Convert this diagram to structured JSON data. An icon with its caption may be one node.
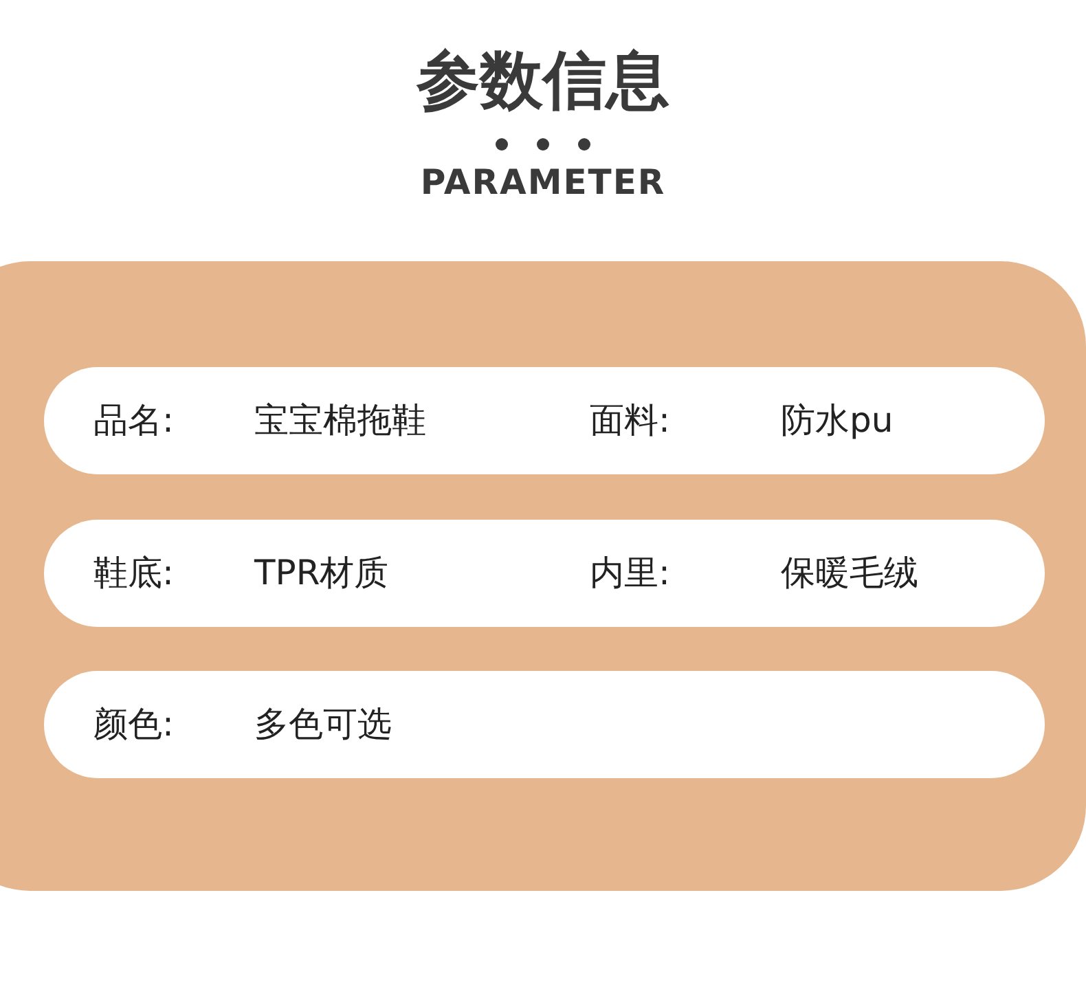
{
  "diagram": {
    "title": "参数信息",
    "nodes": [
      {
        "text": [],
        "shape": "box"
      },
      {
        "text": [
          "品名:",
          "宝宝棉拖鞋",
          "面料:",
          "防水pu"
        ],
        "in": 0
      },
      {
        "text": [
          "鞋底:",
          "TPR材质",
          "内里:",
          "保暖毛绒"
        ],
        "in": 0
      },
      {
        "text": [
          "颜色:",
          "多色可选"
        ],
        "in": 0
      }
    ],
    "labels": [
      "PARAMETER"
    ]
  }
}
